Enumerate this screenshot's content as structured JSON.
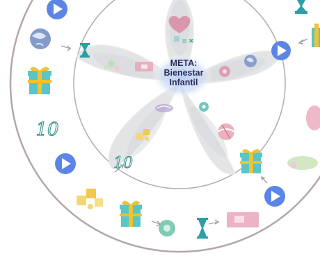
{
  "board": {
    "goal_line1": "META:",
    "goal_line2": "Bienestar",
    "goal_line3": "Infantil",
    "number_tiles": [
      "10",
      "10"
    ],
    "colors": {
      "ring_outer": "#b3a7a6",
      "ring_inner": "#b9aeae",
      "petal": "#e3e4e6",
      "play": "#5c86e6",
      "gift_box": "#58c6c7",
      "gift_ribbon": "#f2c230",
      "hourglass": "#2c9ea6",
      "goal_cloud": "#c8d8f4"
    },
    "icons": [
      "play-icon",
      "gift-icon",
      "hourglass-icon",
      "number-ten-icon",
      "globe-icon",
      "puzzle-icon",
      "heart-icon",
      "ball-icon",
      "watercolor-card-icon"
    ]
  }
}
